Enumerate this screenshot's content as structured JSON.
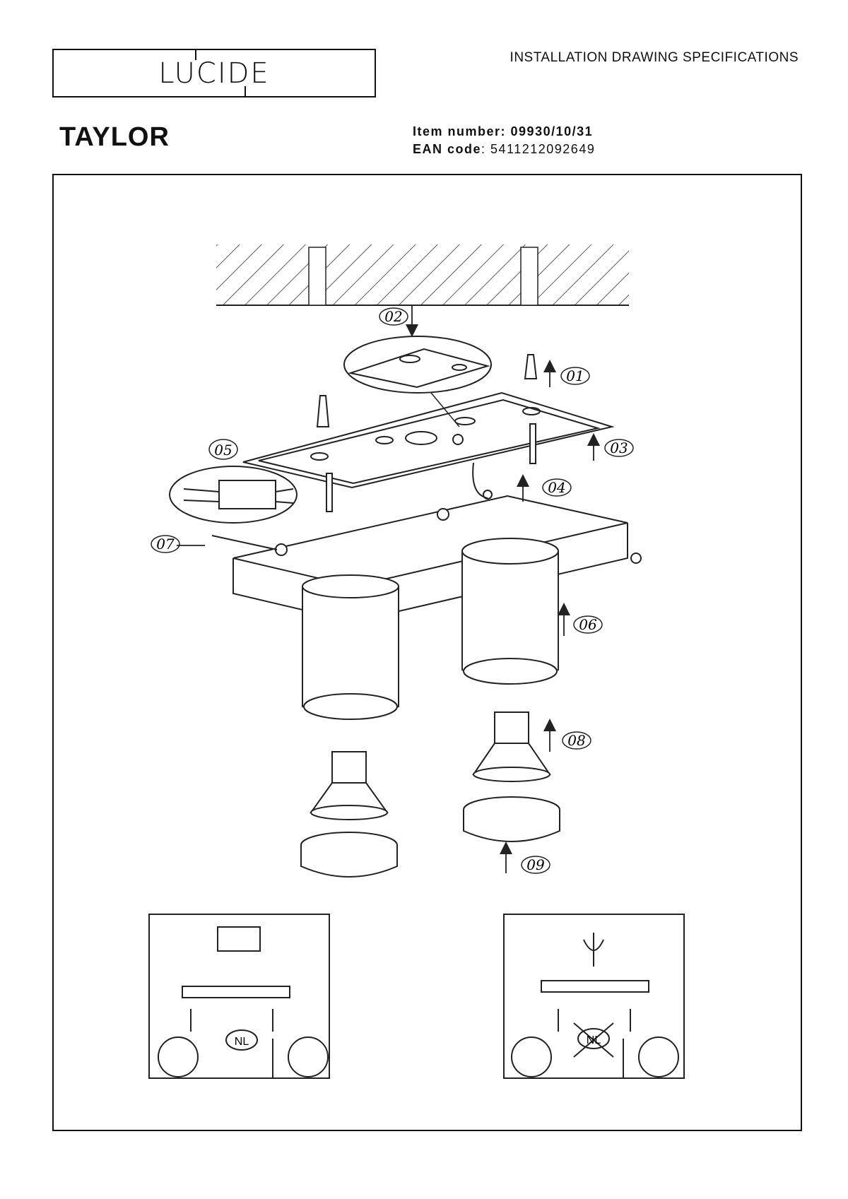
{
  "brand": {
    "logo_text": "LUCIDE"
  },
  "header": {
    "doc_type": "INSTALLATION DRAWING SPECIFICATIONS",
    "product_name": "TAYLOR",
    "item_number_label": "Item number:",
    "item_number": "09930/10/31",
    "ean_label": "EAN code",
    "ean_code": ": 5411212092649"
  },
  "callouts": [
    "01",
    "02",
    "03",
    "04",
    "05",
    "06",
    "07",
    "08",
    "09"
  ],
  "insets": {
    "nl_badge": "NL"
  }
}
